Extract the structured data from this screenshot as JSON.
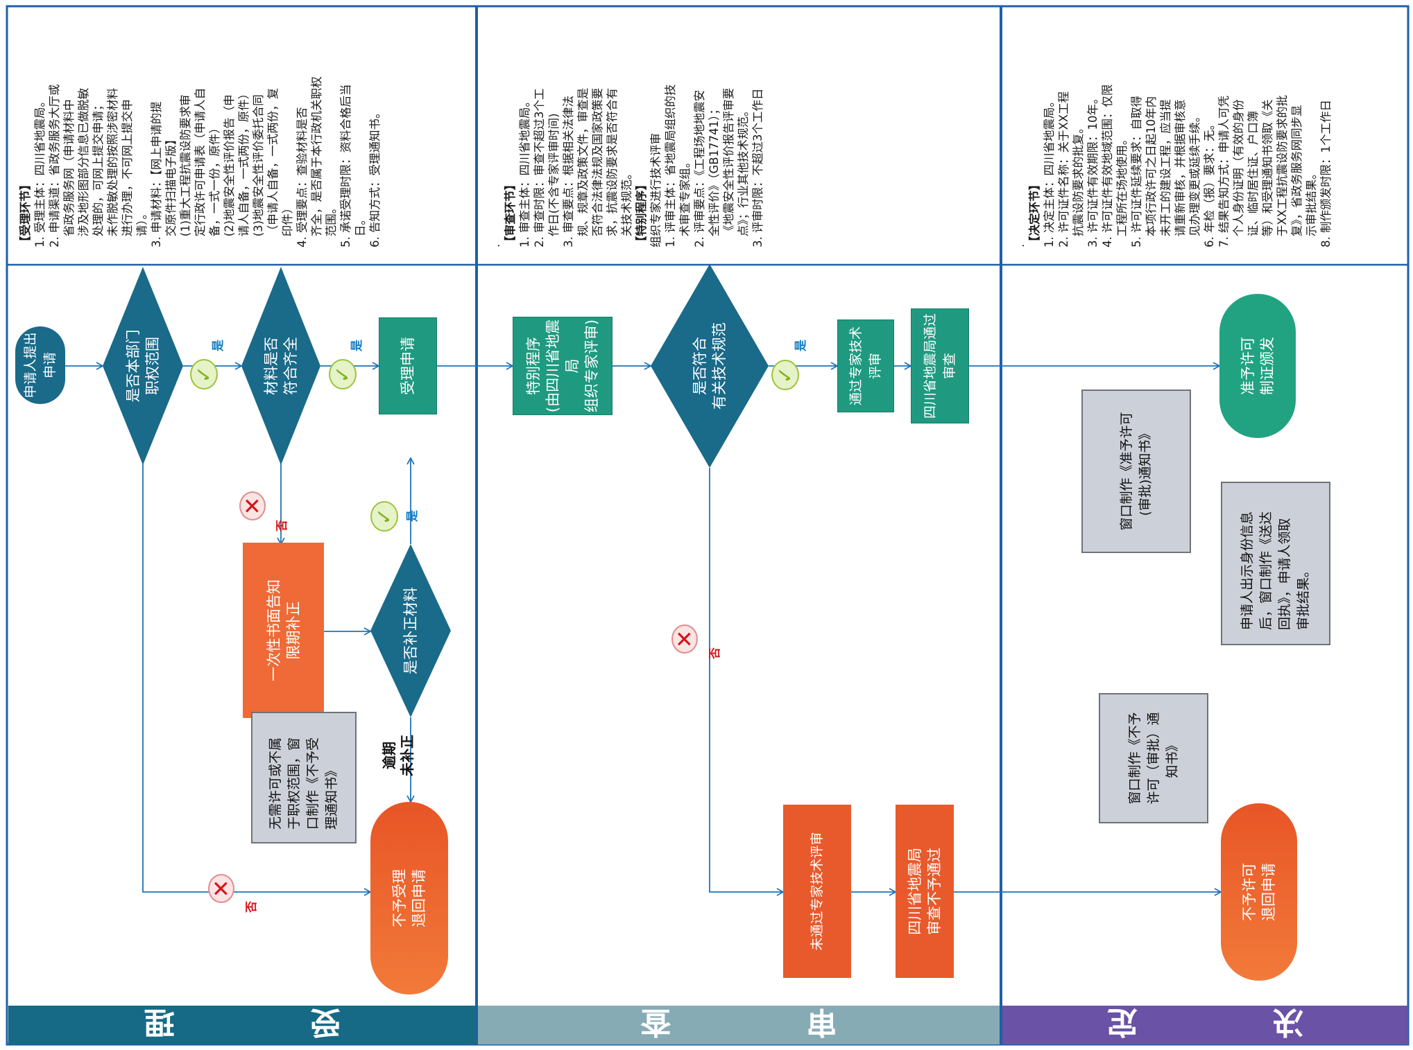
{
  "lanes": {
    "acceptance": {
      "header": "受 理",
      "header_color": "#166a85"
    },
    "review": {
      "header": "审 查",
      "header_color": "#86abb5"
    },
    "decision": {
      "header": "决 定",
      "header_color": "#6a52a6"
    }
  },
  "notes": {
    "acceptance": {
      "title": "【受理环节】",
      "body": "1. 受理主体：四川省地震局。\n2. 申请渠道：省政务服务大厅或\n   省政务服务网（申请材料中\n   涉及地形图部分信息已做脱敏\n   处理的，可网上提交申请；\n   未作脱敏处理的按照涉密材料\n   进行办理，不可网上提交申\n   请）。\n3. 申请材料：【网上申请的提\n   交原件扫描电子版】\n   (1)重大工程抗震设防要求审\n   定行政许可申请表（申请人自\n   备，一式一份，原件）\n   (2)地震安全性评价报告（申\n   请人自备，一式两份，原件）\n   (3)地震安全性评价委托合同\n   （申请人自备，一式两份，复\n   印件）\n4. 受理要点：查验材料是否\n   齐全，是否属于本行政机关职权\n   范围。\n5. 承诺受理时限：资料合格后当\n   日。\n6. 告知方式：受理通知书。"
    },
    "review": {
      "dot": ".",
      "title": "【审查环节】",
      "body": "1. 审查主体：四川省地震局。\n2. 审查时限：审查不超过3个工\n   作日(不含专家评审时间)\n3. 审查要点：根据相关法律法\n   规、规章及政策文件，审查是\n   否符合法律法规及国家政策要\n   求，抗震设防要求是否符合有\n   关技术规范。",
      "title2": "【特别程序】",
      "body2": "组织专家进行技术评审\n1. 评审主体：省地震局组织的技\n   术审查专家组。\n2. 评审要点：《工程场地地震安\n   全性评价》（GB17741）；\n   《地震安全性评价报告评审要\n   点》；行业其他技术规范。\n3. 评审时限：不超过3个工作日"
    },
    "decision": {
      "dot": ".",
      "title": "【决定环节】",
      "body": "1. 决定主体：四川省地震局。\n2. 许可证件名称：关于XX工程\n   抗震设防要求的批复。\n3. 许可证件有效期限：10年。\n4. 许可证件有效地域范围：仅限\n   工程所在场地使用。\n5. 许可证件延续要求：自取得\n   本项行政许可之日起10年内\n   未开工的建设工程，应当提\n   请重新审核，并根据审核意\n   见办理变更或延续手续。\n6. 年检（报）要求：无。\n7. 结果告知方式：申请人可凭\n   个人身份证明（有效的身份\n   证、临时居住证、户口簿\n   等）和受理通知书领取《关\n   于XX工程抗震设防要求的批\n   复》，省政务服务网同步显\n   示审批结果。\n8. 制作颁发时限：1个工作日"
    }
  },
  "flow": {
    "start": "申请人提出申请",
    "d_jurisdiction": "是否本部门\n职权范围",
    "d_materials": "材料是否\n符合齐全",
    "accept": "受理申请",
    "notify_correction": "一次性书面告知\n限期补正",
    "d_corrected": "是否补正材料",
    "overdue": "逾期\n未补正",
    "reject": "不予受理\n退回申请",
    "note_reject": "无需许可或不属\n于职权范围，窗\n口制作《不予受\n理通知书》",
    "special": "特别程序\n(由四川省地震局\n组织专家评审)",
    "d_tech": "是否符合\n有关技术规范",
    "expert_pass": "通过专家技术评审",
    "bureau_pass": "四川省地震局通过审查",
    "expert_fail": "未通过专家技术评审",
    "bureau_fail": "四川省地震局\n审查不予通过",
    "grant": "准予许可\n制证颁发",
    "deny": "不予许可\n退回申请",
    "note_grant_doc": "窗口制作《准予许可\n(审批)通知书》",
    "note_collect": "申请人出示身份信息\n后，窗口制作《送达\n回执》，申请人领取\n审批结果。",
    "note_deny_doc": "窗口制作《不予\n许可（审批）通\n知书》",
    "yes": "是",
    "no": "否"
  },
  "colors": {
    "line": "#1f73b7",
    "teal": "#1f9a80",
    "dark_teal": "#1a6a8a",
    "orange": "#ef6a36",
    "gray_note": "#ccd0d8"
  }
}
